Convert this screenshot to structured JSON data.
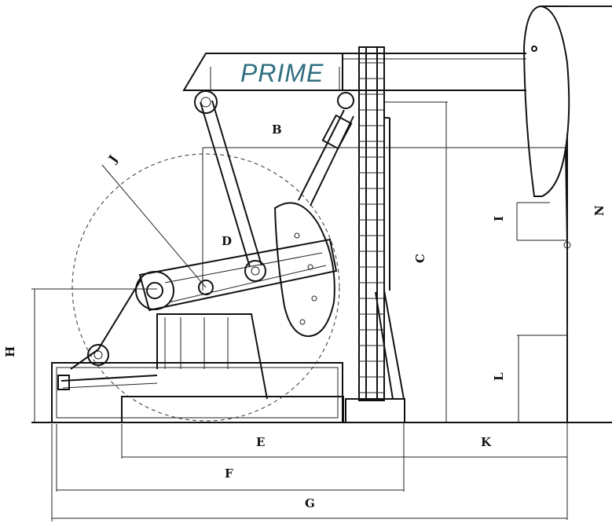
{
  "brand": {
    "text": "PRIME",
    "color": "#2f6f80"
  },
  "dimension_labels": {
    "B": "B",
    "C": "C",
    "D": "D",
    "E": "E",
    "F": "F",
    "G": "G",
    "H": "H",
    "I": "I",
    "J": "J",
    "K": "K",
    "L": "L",
    "N": "N"
  }
}
